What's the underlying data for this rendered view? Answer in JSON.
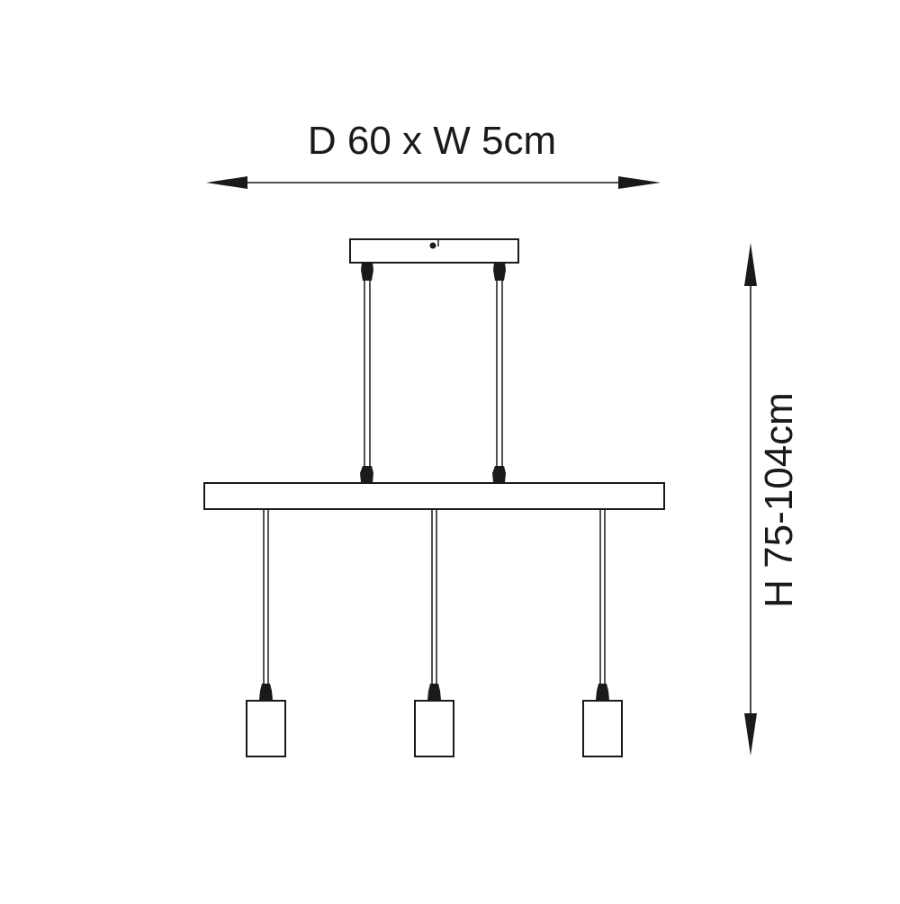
{
  "diagram": {
    "title": "Pendant light dimension drawing",
    "dimensions": {
      "width_label": "D 60 x W 5cm",
      "height_label": "H 75-104cm"
    },
    "components": {
      "ceiling_canopy": "ceiling-canopy",
      "suspension_rods": 2,
      "bar": "horizontal-bar",
      "pendants": 3
    },
    "colors": {
      "line": "#1a1a1a",
      "background": "#ffffff"
    }
  }
}
